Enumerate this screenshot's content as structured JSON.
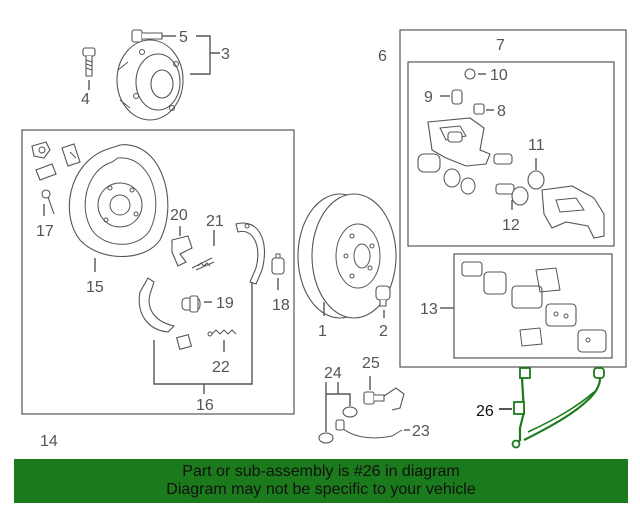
{
  "part_labels": {
    "p1": "1",
    "p2": "2",
    "p3": "3",
    "p4": "4",
    "p5": "5",
    "p6": "6",
    "p7": "7",
    "p8": "8",
    "p9": "9",
    "p10": "10",
    "p11": "11",
    "p12": "12",
    "p13": "13",
    "p14": "14",
    "p15": "15",
    "p16": "16",
    "p17": "17",
    "p18": "18",
    "p19": "19",
    "p20": "20",
    "p21": "21",
    "p22": "22",
    "p23": "23",
    "p24": "24",
    "p25": "25",
    "p26": "26"
  },
  "highlight": {
    "part": "26",
    "color": "#1b7a1b"
  },
  "footer": {
    "line1": "Part or sub-assembly is #26 in diagram",
    "line2": "Diagram may not be specific to your vehicle",
    "background": "#1b7a1b"
  }
}
